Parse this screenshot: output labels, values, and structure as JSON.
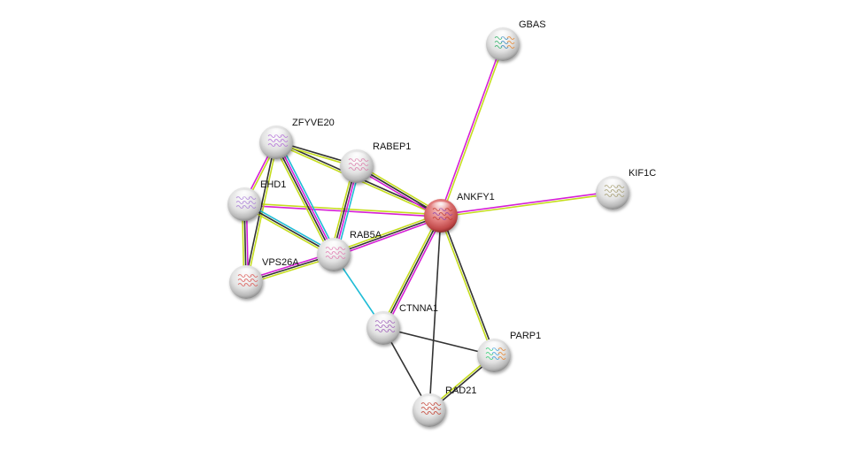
{
  "network": {
    "colors": {
      "neighborhood": "#62d51c",
      "experiments": "#d61fd6",
      "databases": "#1fbcd6",
      "textmining": "#c5dd1d",
      "coexpression": "#333333",
      "homology": "#1f2fbf"
    },
    "nodes": [
      {
        "id": "ANKFY1",
        "label": "ANKFY1",
        "query": true
      },
      {
        "id": "GBAS",
        "label": "GBAS",
        "query": false
      },
      {
        "id": "KIF1C",
        "label": "KIF1C",
        "query": false
      },
      {
        "id": "ZFYVE20",
        "label": "ZFYVE20",
        "query": false
      },
      {
        "id": "RABEP1",
        "label": "RABEP1",
        "query": false
      },
      {
        "id": "EHD1",
        "label": "EHD1",
        "query": false
      },
      {
        "id": "RAB5A",
        "label": "RAB5A",
        "query": false
      },
      {
        "id": "VPS26A",
        "label": "VPS26A",
        "query": false
      },
      {
        "id": "CTNNA1",
        "label": "CTNNA1",
        "query": false
      },
      {
        "id": "PARP1",
        "label": "PARP1",
        "query": false
      },
      {
        "id": "RAD21",
        "label": "RAD21",
        "query": false
      }
    ],
    "edges": [
      {
        "source": "ANKFY1",
        "target": "GBAS",
        "evidence": [
          "experiments",
          "textmining"
        ]
      },
      {
        "source": "ANKFY1",
        "target": "KIF1C",
        "evidence": [
          "experiments",
          "textmining"
        ]
      },
      {
        "source": "ANKFY1",
        "target": "ZFYVE20",
        "evidence": [
          "textmining",
          "coexpression"
        ]
      },
      {
        "source": "ANKFY1",
        "target": "RABEP1",
        "evidence": [
          "experiments",
          "coexpression",
          "textmining"
        ]
      },
      {
        "source": "ANKFY1",
        "target": "EHD1",
        "evidence": [
          "experiments",
          "textmining"
        ]
      },
      {
        "source": "ANKFY1",
        "target": "RAB5A",
        "evidence": [
          "experiments",
          "coexpression",
          "textmining"
        ]
      },
      {
        "source": "ANKFY1",
        "target": "CTNNA1",
        "evidence": [
          "experiments",
          "coexpression",
          "textmining"
        ]
      },
      {
        "source": "ANKFY1",
        "target": "PARP1",
        "evidence": [
          "coexpression",
          "textmining"
        ]
      },
      {
        "source": "ANKFY1",
        "target": "RAD21",
        "evidence": [
          "coexpression"
        ]
      },
      {
        "source": "ZFYVE20",
        "target": "RABEP1",
        "evidence": [
          "coexpression",
          "textmining"
        ]
      },
      {
        "source": "ZFYVE20",
        "target": "EHD1",
        "evidence": [
          "textmining",
          "experiments"
        ]
      },
      {
        "source": "ZFYVE20",
        "target": "RAB5A",
        "evidence": [
          "databases",
          "experiments",
          "coexpression",
          "textmining"
        ]
      },
      {
        "source": "ZFYVE20",
        "target": "VPS26A",
        "evidence": [
          "textmining",
          "coexpression"
        ]
      },
      {
        "source": "RABEP1",
        "target": "RAB5A",
        "evidence": [
          "databases",
          "experiments",
          "coexpression",
          "textmining"
        ]
      },
      {
        "source": "EHD1",
        "target": "RAB5A",
        "evidence": [
          "databases",
          "coexpression",
          "textmining"
        ]
      },
      {
        "source": "EHD1",
        "target": "VPS26A",
        "evidence": [
          "experiments",
          "coexpression",
          "textmining"
        ]
      },
      {
        "source": "VPS26A",
        "target": "RAB5A",
        "evidence": [
          "experiments",
          "coexpression",
          "textmining"
        ]
      },
      {
        "source": "RAB5A",
        "target": "CTNNA1",
        "evidence": [
          "databases"
        ]
      },
      {
        "source": "CTNNA1",
        "target": "PARP1",
        "evidence": [
          "coexpression"
        ]
      },
      {
        "source": "CTNNA1",
        "target": "RAD21",
        "evidence": [
          "coexpression"
        ]
      },
      {
        "source": "PARP1",
        "target": "RAD21",
        "evidence": [
          "coexpression",
          "textmining"
        ]
      }
    ]
  }
}
